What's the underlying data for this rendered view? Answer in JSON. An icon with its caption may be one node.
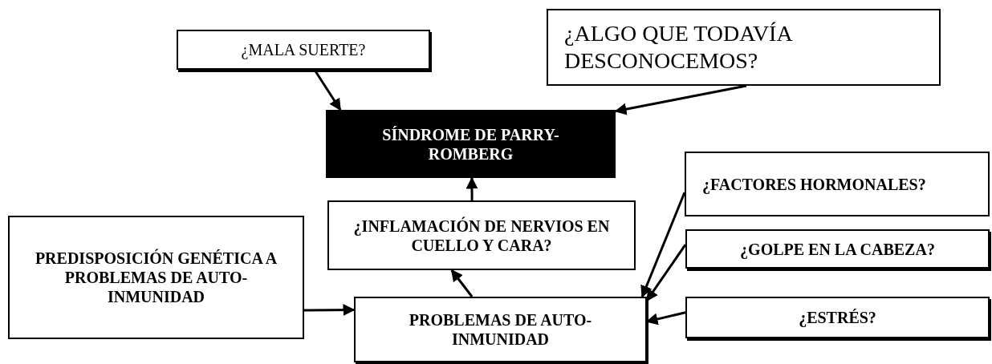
{
  "diagram": {
    "nodes": [
      {
        "text": [
          "¿MALA SUERTE?"
        ]
      },
      {
        "text": [
          "¿ALGO QUE TODAVÍA DESCONOCEMOS?"
        ]
      },
      {
        "text": [
          "SÍNDROME DE PARRY-ROMBERG"
        ]
      },
      {
        "text": [
          "¿FACTORES HORMONALES?"
        ]
      },
      {
        "text": [
          "¿INFLAMACIÓN DE NERVIOS EN CUELLO Y CARA?"
        ]
      },
      {
        "text": [
          "¿GOLPE EN LA CABEZA?"
        ]
      },
      {
        "text": [
          "PREDISPOSICIÓN GENÉTICA A PROBLEMAS DE AUTO-INMUNIDAD"
        ]
      },
      {
        "text": [
          "PROBLEMAS DE AUTO-INMUNIDAD"
        ]
      },
      {
        "text": [
          "¿ESTRÉS?"
        ]
      }
    ],
    "edges": [
      {
        "from": 0,
        "to": 2,
        "arrow": "to"
      },
      {
        "from": 1,
        "to": 2,
        "arrow": "to"
      },
      {
        "from": 4,
        "to": 2,
        "arrow": "to"
      },
      {
        "from": 7,
        "to": 4,
        "arrow": "to"
      },
      {
        "from": 6,
        "to": 7,
        "arrow": "to"
      },
      {
        "from": 3,
        "to": 7,
        "arrow": "to"
      },
      {
        "from": 5,
        "to": 7,
        "arrow": "to"
      },
      {
        "from": 8,
        "to": 7,
        "arrow": "to"
      }
    ]
  }
}
